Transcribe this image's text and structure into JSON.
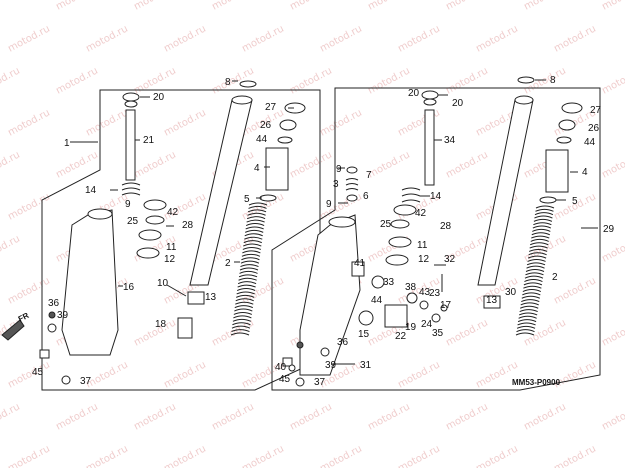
{
  "diagram": {
    "watermark": "motod.ru",
    "code": "MM53-P0900",
    "direction": "FR",
    "labels": [
      "1",
      "2",
      "3",
      "4",
      "5",
      "6",
      "7",
      "8",
      "9",
      "10",
      "11",
      "12",
      "13",
      "14",
      "15",
      "16",
      "17",
      "18",
      "19",
      "20",
      "21",
      "22",
      "23",
      "24",
      "25",
      "26",
      "27",
      "28",
      "29",
      "30",
      "31",
      "32",
      "33",
      "34",
      "35",
      "36",
      "37",
      "38",
      "39",
      "40",
      "41",
      "42",
      "43",
      "44",
      "45"
    ]
  }
}
